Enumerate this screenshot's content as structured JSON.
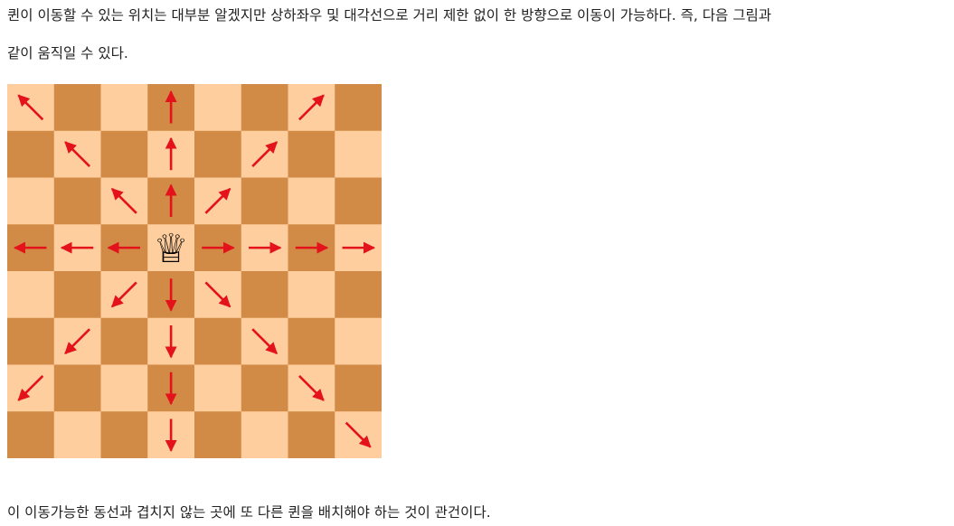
{
  "paragraph_intro_line1": "퀸이 이동할 수 있는 위치는 대부분 알겠지만 상하좌우 및 대각선으로 거리 제한 없이 한 방향으로 이동이 가능하다. 즉, 다음 그림과",
  "paragraph_intro_line2": "같이 움직일 수 있다.",
  "paragraph_outro": "이 이동가능한 동선과 겹치지 않는 곳에 또 다른 퀸을 배치해야 하는 것이 관건이다.",
  "board": {
    "size": 8,
    "colors": {
      "light_square": "#FFCE9E",
      "dark_square": "#D18B47",
      "arrow": "#E3121B",
      "queen_fill": "#FFFFFF",
      "queen_stroke": "#000000"
    },
    "queen": {
      "row": 3,
      "col": 3,
      "glyph": "♕",
      "icon": "white-queen-icon"
    },
    "arrows": [
      {
        "row": 0,
        "col": 0,
        "dir": "nw"
      },
      {
        "row": 1,
        "col": 1,
        "dir": "nw"
      },
      {
        "row": 2,
        "col": 2,
        "dir": "nw"
      },
      {
        "row": 0,
        "col": 3,
        "dir": "n"
      },
      {
        "row": 1,
        "col": 3,
        "dir": "n"
      },
      {
        "row": 2,
        "col": 3,
        "dir": "n"
      },
      {
        "row": 0,
        "col": 6,
        "dir": "ne"
      },
      {
        "row": 1,
        "col": 5,
        "dir": "ne"
      },
      {
        "row": 2,
        "col": 4,
        "dir": "ne"
      },
      {
        "row": 3,
        "col": 0,
        "dir": "w"
      },
      {
        "row": 3,
        "col": 1,
        "dir": "w"
      },
      {
        "row": 3,
        "col": 2,
        "dir": "w"
      },
      {
        "row": 3,
        "col": 4,
        "dir": "e"
      },
      {
        "row": 3,
        "col": 5,
        "dir": "e"
      },
      {
        "row": 3,
        "col": 6,
        "dir": "e"
      },
      {
        "row": 3,
        "col": 7,
        "dir": "e"
      },
      {
        "row": 4,
        "col": 2,
        "dir": "sw"
      },
      {
        "row": 5,
        "col": 1,
        "dir": "sw"
      },
      {
        "row": 6,
        "col": 0,
        "dir": "sw"
      },
      {
        "row": 4,
        "col": 3,
        "dir": "s"
      },
      {
        "row": 5,
        "col": 3,
        "dir": "s"
      },
      {
        "row": 6,
        "col": 3,
        "dir": "s"
      },
      {
        "row": 7,
        "col": 3,
        "dir": "s"
      },
      {
        "row": 4,
        "col": 4,
        "dir": "se"
      },
      {
        "row": 5,
        "col": 5,
        "dir": "se"
      },
      {
        "row": 6,
        "col": 6,
        "dir": "se"
      },
      {
        "row": 7,
        "col": 7,
        "dir": "se"
      }
    ]
  }
}
